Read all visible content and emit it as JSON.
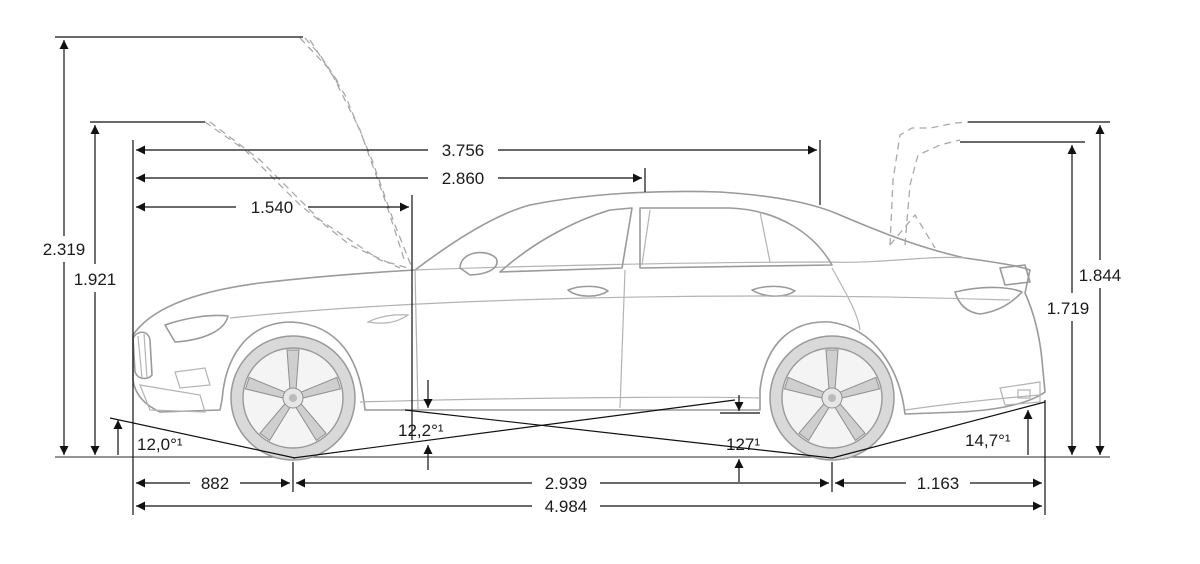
{
  "dimensions": {
    "opened_hood_height": "2.319",
    "overall_height_front": "1.921",
    "length_to_c_pillar": "3.756",
    "length_to_b_pillar": "2.860",
    "length_to_a_pillar": "1.540",
    "opened_trunk_height": "1.844",
    "overall_height_rear": "1.719",
    "front_overhang": "882",
    "wheelbase": "2.939",
    "rear_overhang": "1.163",
    "overall_length": "4.984",
    "approach_angle": "12,0°¹",
    "ramp_angle": "12,2°¹",
    "ground_clearance": "127¹",
    "departure_angle": "14,7°¹"
  },
  "colors": {
    "dimension_lines": "#111111",
    "car_outline": "#9a9a9a",
    "background": "#ffffff"
  }
}
